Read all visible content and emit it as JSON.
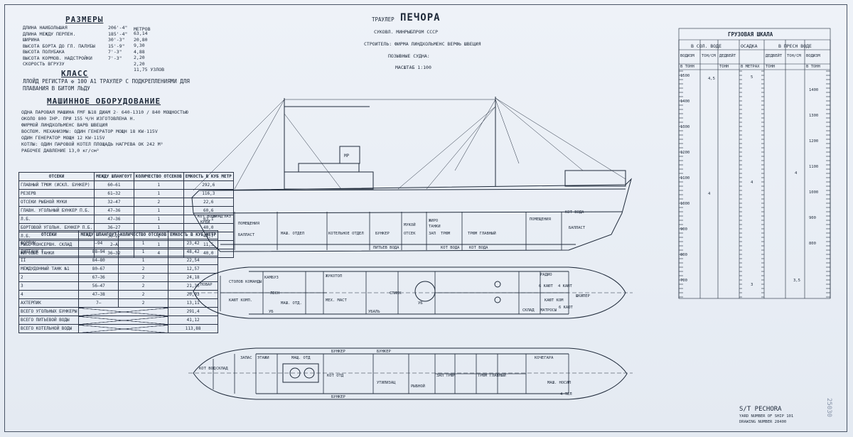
{
  "sizes": {
    "title": "РАЗМЕРЫ",
    "col_m": "МЕТРОВ",
    "rows": [
      {
        "label": "ДЛИНА НАИБОЛЬШАЯ",
        "ft": "206'-4\"",
        "m": "63,14"
      },
      {
        "label": "ДЛИНА МЕЖДУ ПЕРПЕН.",
        "ft": "185'-4\"",
        "m": "20,80"
      },
      {
        "label": "ШИРИНА",
        "ft": "30'-3\"",
        "m": "9,30"
      },
      {
        "label": "ВЫСОТА БОРТА ДО ГЛ. ПАЛУБЫ",
        "ft": "15'-9\"",
        "m": "4,88"
      },
      {
        "label": "ВЫСОТА ПОЛУБАКА",
        "ft": "7'-3\"",
        "m": "2,20"
      },
      {
        "label": "ВЫСОТА КОРМОВ. НАДСТРОЙКИ",
        "ft": "7'-3\"",
        "m": "2,20"
      },
      {
        "label": "СКОРОСТЬ ВГРУЗУ",
        "ft": "",
        "m": "11,75 УЗЛОВ"
      }
    ]
  },
  "klass": {
    "title": "КЛАСС",
    "line1": "ЛЛОЙД РЕГИСТРА ✠ 100 A1 ТРАУЛЕР С ПОДКРЕПЛЕНИЯМИ ДЛЯ",
    "line2": "ПЛАВАНИЯ В БИТОМ ЛЬДУ"
  },
  "machinery": {
    "title": "МАШИННОЕ ОБОРУДОВАНИЕ",
    "lines": [
      "ОДНА ПАРОВАЯ МАШИНА FMF №18 ДИАМ 2· 640-1310 / 840 МОЩНОСТЬЮ",
      "ОКОЛО 800 IHP. ПРИ 155 Ч/Н ИЗГОТОВЛЕНА Н.",
      "ФИРМОЙ ЛИНДХОЛЬМЕНС ВАРВ ШВЕЦИЯ",
      "ВОСПОМ. МЕХАНИЗМЫ: ОДИН ГЕНЕРАТОР МОЩН 18 KW·115V",
      "ОДИН ГЕНЕРАТОР МОЩН 12 KW·115V",
      "КОТЛЫ: ОДИН ПАРОВОЙ КОТЕЛ ПЛОЩАДЬ НАГРЕВА ОК 242 М²",
      "РАБОЧЕЕ ДАВЛЕНИЕ 13,0 кг/см²"
    ]
  },
  "compartments": {
    "head": [
      "ОТСЕКИ",
      "МЕЖДУ ШПАНГОУТ",
      "КОЛИЧЕСТВО ОТСЕКОВ",
      "ЕМКОСТЬ В КУБ МЕТР"
    ],
    "rows": [
      [
        "ГЛАВНЫЙ ТРЮМ (ИСКЛ. БУНКЕР)",
        "60—61",
        "1",
        "292,6"
      ],
      [
        "РЕЗЕРВ",
        "61—32",
        "1",
        "116,3"
      ],
      [
        "ОТСЕКИ РЫБНОЙ МУКИ",
        "32—47",
        "2",
        "22,6"
      ],
      [
        "ГЛАВН. УГОЛЬНЫЙ БУНКЕР П.Б.",
        "47—36",
        "1",
        "60,6"
      ],
      [
        "Л.Б.",
        "47—36",
        "1",
        "63,1"
      ],
      [
        "БОРТОВОЙ УГОЛЬН. БУНКЕР П.Б.",
        "36—27",
        "1",
        "40,0"
      ],
      [
        "Л.Б.",
        "36—27",
        "1",
        "41,7"
      ],
      [
        "РЫБО-КОНСЕРВН. СКЛАД",
        "2—А",
        "1",
        "11,5"
      ],
      [
        "ЖИРОВЫЕ ТАНКИ",
        "36—32",
        "4",
        "40,0"
      ]
    ]
  },
  "tanks": {
    "head": [
      "ОТСЕКИ",
      "МЕЖДУ ШПАНГОУТ",
      "КОЛИЧЕСТВО ОТСЕКОВ",
      "ЕМКОСТЬ В КУБ МЕТР"
    ],
    "rows": [
      [
        "ФОРПИК",
        "—94",
        "1",
        "23,42"
      ],
      [
        "ДИПТАНК  I",
        "88—94",
        "1",
        "48,42"
      ],
      [
        "II",
        "84—80",
        "1",
        "22,54"
      ],
      [
        "МЕЖДУДОННЫЙ ТАНК №1",
        "80—67",
        "2",
        "12,57"
      ],
      [
        "2",
        "67—36",
        "2",
        "24,18"
      ],
      [
        "3",
        "56—47",
        "2",
        "21,30"
      ],
      [
        "4",
        "47—38",
        "2",
        "20,93"
      ],
      [
        "АХТЕРПИК",
        "7—",
        "2",
        "13,11"
      ]
    ],
    "totals": [
      [
        "ВСЕГО УГОЛЬНЫХ БУНКЕРЫ",
        "291,4"
      ],
      [
        "ВСЕГО ПИТЬЕВОЙ ВОДЫ",
        "41,12"
      ],
      [
        "ВСЕГО КОТЕЛЬНОЙ ВОДЫ",
        "113,88"
      ]
    ]
  },
  "header": {
    "type": "ТРАУЛЕР",
    "name": "ПЕЧОРА",
    "line1": "СУКОВЛ. МИНРЫБПРОМ СССР",
    "line2": "СТРОИТЕЛЬ: ФИРМА ЛИНДХОЛЬМЕНС ВЕРФЬ ШВЕЦИЯ",
    "line3": "ПОЗЫВНЫЕ СУДНА:",
    "line4": "МАСШТАБ 1:100"
  },
  "profile_labels": {
    "funnel": "МР",
    "compartments": [
      "КОТ ВОДА",
      "КЛАД",
      "ЛАЗ",
      "КРЕЙ",
      "ПОМЕЩЕНИЯ",
      "БАЛЛАСТ",
      "МАШ. ОТДЕЛ",
      "КОТЕЛЬНОЕ ОТДЕЛ",
      "БУНКЕР",
      "МУКОЙ",
      "ЖИРО",
      "ТАНКИ",
      "ОТСЕК",
      "ЗАП",
      "ТРЮМ",
      "ТРЮМ ГЛАВНЫЙ",
      "ПОМЕЩЕНИЯ",
      "КОТ ВОДА",
      "ПИТЬЕВ ВОДА",
      "КОТ ВОДА",
      "КОТ ВОДА",
      "БАЛЛАСТ"
    ]
  },
  "deck_labels": [
    "ПОВАР",
    "СТОЛОВ КОМАНДЫ",
    "КАМБУЗ",
    "ЖУКОТОП",
    "КАЮТ КОМП.",
    "ЛЕСН",
    "МАШ. ОТД.",
    "МЕХ. МАСТ",
    "УБ",
    "УБАЛЬ",
    "СПИНК",
    "УБ",
    "РАДИО",
    "6 КАЮТ",
    "4 КАЮТ",
    "ШКИПЕР",
    "КАЮТ КОМ",
    "СКЛАД",
    "МАТРОСЫ",
    "6 КАЮТ"
  ],
  "hold_labels": [
    "КОТ ВОД",
    "СКЛАД",
    "ЗАПАС",
    "ЭТАЖИ",
    "МАЩ. ОТД",
    "БУНКЕР",
    "БУНКЕР",
    "КОЧЕГАРА",
    "БУНКЕР",
    "КОТ ОТД",
    "ЗАП ТРЮМ",
    "ТРЮМ ГЛАВНЫЙ",
    "УТИЛИЗАЦ",
    "РЫБНОЙ",
    "МАШ. НОСИЛ",
    "4 ТЕЛ"
  ],
  "scale": {
    "title": "ГРУЗОВАЯ ШКАЛА",
    "salt": "В СОЛ. ВОДЕ",
    "fresh": "В ПРЕСН ВОДЕ",
    "draft": "ОСАДКА",
    "cols_left": [
      "ВОДИЗМ",
      "ТОН/СМ",
      "ДЕДВЕЙТ"
    ],
    "cols_right": [
      "ДЕДВЕЙТ",
      "ТОН/СМ",
      "ВОДИЗМ"
    ],
    "units": [
      "В ТОНН",
      "",
      "ТОНН",
      "В МЕТРАХ",
      "ТОНН",
      "",
      "В ТОНН"
    ],
    "left_ticks": [
      "1500",
      "1400",
      "1300",
      "1200",
      "1100",
      "1000",
      "900",
      "800",
      "700"
    ],
    "right_ticks": [
      "1400",
      "1300",
      "1200",
      "1100",
      "1000",
      "900",
      "800"
    ],
    "draft_marks": [
      "5",
      "4",
      "3"
    ],
    "tpc_marks": [
      "4,5",
      "4",
      "4",
      "3,5"
    ]
  },
  "title_block": {
    "l1": "S/Т PECHORA",
    "l2": "YARD NUMBER OF SHIP 101",
    "l3": "DRAWING NUMBER 28400"
  },
  "stamp": "25030"
}
